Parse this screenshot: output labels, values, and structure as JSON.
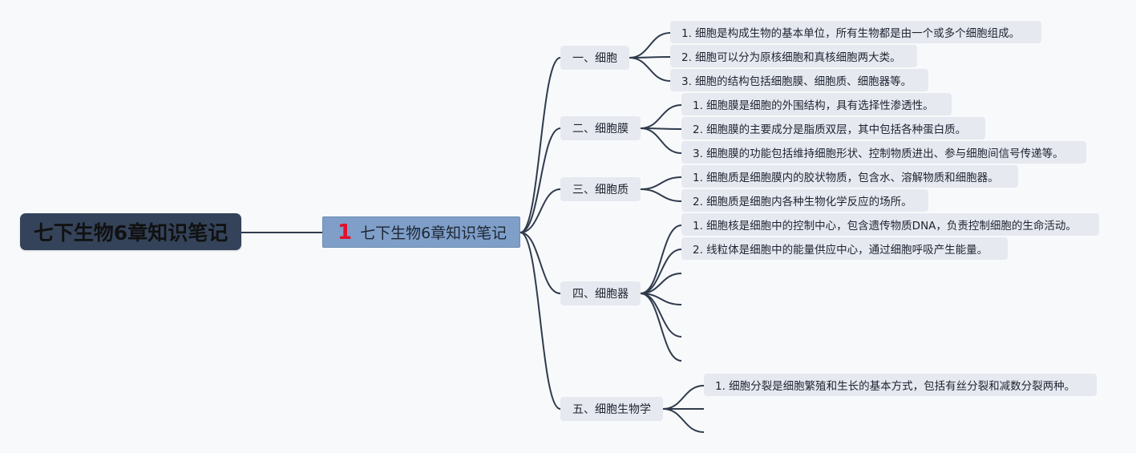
{
  "root": {
    "title": "七下生物6章知识笔记"
  },
  "main": {
    "number": "1",
    "title": "七下生物6章知识笔记"
  },
  "sections": [
    {
      "label": "一、细胞",
      "items": [
        "1. 细胞是构成生物的基本单位，所有生物都是由一个或多个细胞组成。",
        "2. 细胞可以分为原核细胞和真核细胞两大类。",
        "3. 细胞的结构包括细胞膜、细胞质、细胞器等。"
      ]
    },
    {
      "label": "二、细胞膜",
      "items": [
        "1. 细胞膜是细胞的外围结构，具有选择性渗透性。",
        "2. 细胞膜的主要成分是脂质双层，其中包括各种蛋白质。",
        "3. 细胞膜的功能包括维持细胞形状、控制物质进出、参与细胞间信号传递等。"
      ]
    },
    {
      "label": "三、细胞质",
      "items": [
        "1. 细胞质是细胞膜内的胶状物质，包含水、溶解物质和细胞器。",
        "2. 细胞质是细胞内各种生物化学反应的场所。"
      ]
    },
    {
      "label": "四、细胞器",
      "items": [
        "1. 细胞核是细胞中的控制中心，包含遗传物质DNA，负责控制细胞的生命活动。",
        "2. 线粒体是细胞中的能量供应中心，通过细胞呼吸产生能量。"
      ]
    },
    {
      "label": "五、细胞生物学",
      "items": [
        "1. 细胞分裂是细胞繁殖和生长的基本方式，包括有丝分裂和减数分裂两种。"
      ]
    }
  ]
}
